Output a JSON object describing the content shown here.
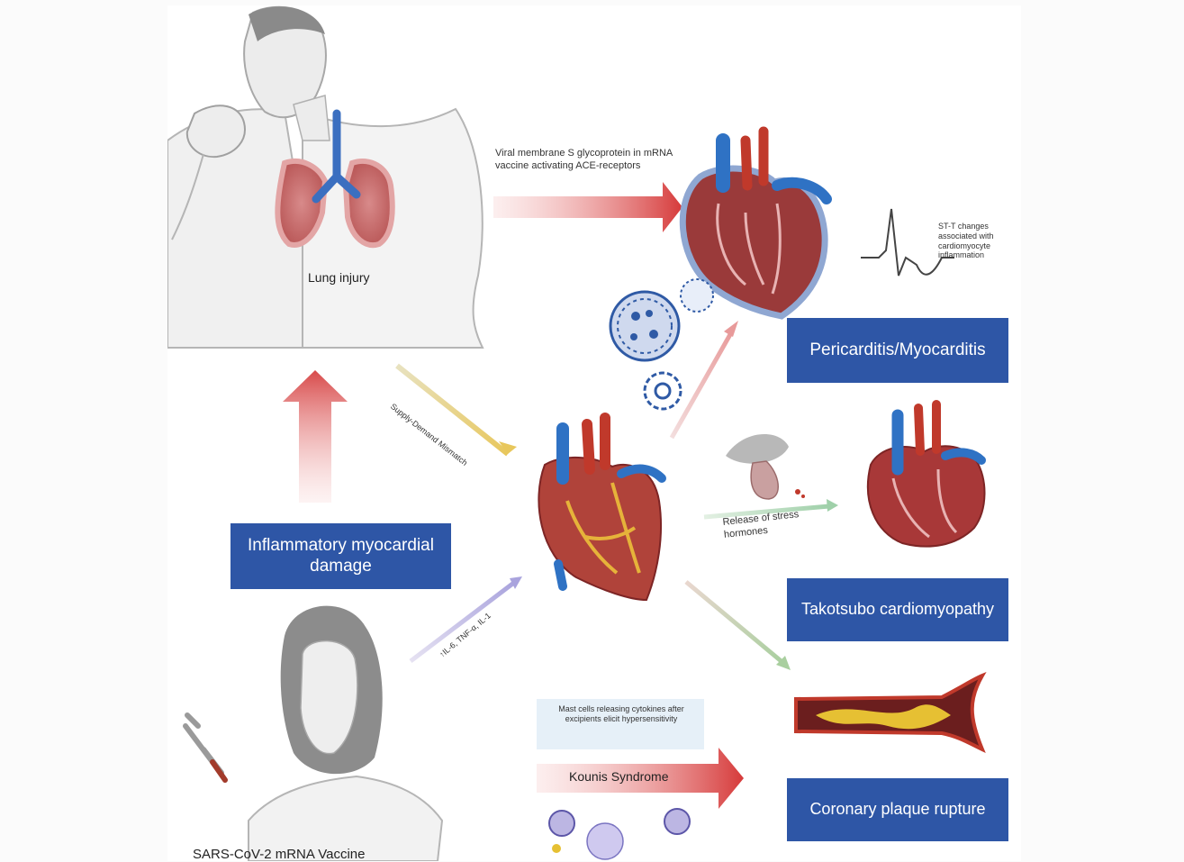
{
  "labels": {
    "lung_injury": "Lung injury",
    "viral_mechanism": "Viral membrane S glycoprotein in mRNA vaccine activating ACE-receptors",
    "st_t": "ST-T changes associated with cardiomyocyte inflammation",
    "supply_demand": "Supply-Demand Mismatch",
    "stress_hormones": "Release of stress hormones",
    "cytokines": "↑IL-6, TNF-α, IL-1",
    "mast_cells": "Mast cells releasing cytokines after excipients elicit hypersensitivity",
    "kounis": "Kounis Syndrome",
    "vaccine": "SARS-CoV-2 mRNA Vaccine"
  },
  "boxes": {
    "inflammatory": "Inflammatory myocardial damage",
    "pericarditis": "Pericarditis/Myocarditis",
    "takotsubo": "Takotsubo cardiomyopathy",
    "plaque": "Coronary plaque rupture"
  },
  "colors": {
    "box_blue": "#2e56a6",
    "arrow_red": "#d64a4a",
    "heart_red": "#b83a3a",
    "vessel_blue": "#2f72c4"
  }
}
